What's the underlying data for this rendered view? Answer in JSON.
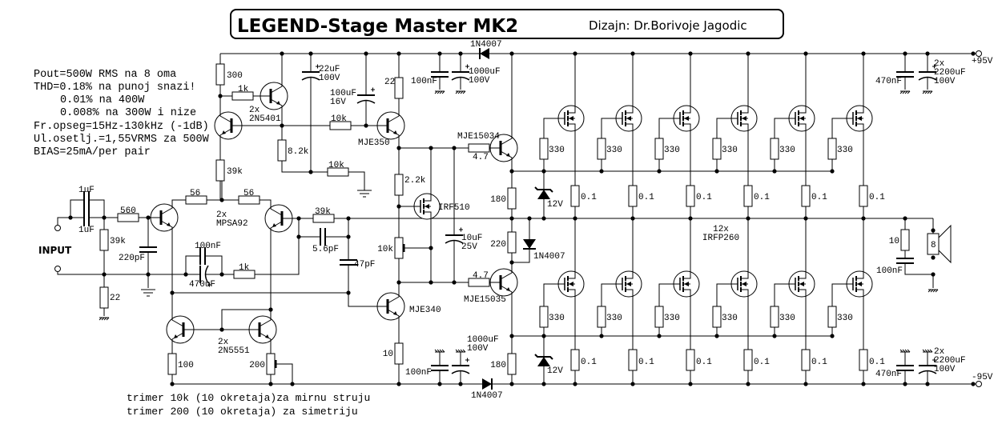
{
  "title": "LEGEND-Stage Master MK2",
  "designer": "Dizajn: Dr.Borivoje Jagodic",
  "specs": [
    "Pout=500W RMS na 8 oma",
    "THD=0.18% na punoj snazi!",
    "0.01% na 400W",
    "0.008% na 300W i nize",
    "Fr.opseg=15Hz-130kHz (-1dB)",
    "Ul.osetlj.=1,55VRMS za 500W",
    "BIAS=25mA/per pair"
  ],
  "notes": [
    "trimer 10k (10 okretaja)za mirnu struju",
    "trimer 200 (10 okretaja) za simetriju"
  ],
  "input_label": "INPUT",
  "supply": {
    "pos": "+95V",
    "neg": "-95V"
  },
  "output_stage": {
    "gate_resistor": "330",
    "source_resistor": "0.1"
  },
  "labels": {
    "r300": "300",
    "r1k_a": "1k",
    "q2n5401": [
      "2x",
      "2N5401"
    ],
    "c22u": [
      "22uF",
      "100V"
    ],
    "c100u": [
      "100uF",
      "16V"
    ],
    "r10k_a": "10k",
    "r8k2": "8.2k",
    "r39k_a": "39k",
    "r10k_b": "10k",
    "mje350": "MJE350",
    "r22_a": "22",
    "c100n_a": "100nF",
    "c1000u_a": [
      "1000uF",
      "100V"
    ],
    "d_top": "1N4007",
    "c470n_a": "470nF",
    "c2200_a": [
      "2x",
      "2200uF",
      "100V"
    ],
    "mje15034": "MJE15034",
    "r4k7_a": "4.7",
    "r2k2": "2.2k",
    "irf510": "IRF510",
    "trim10k": "10k",
    "c10u": [
      "10uF",
      "25V"
    ],
    "r180_a": "180",
    "z_a": "12V",
    "r220": "220",
    "d_mid": "1N4007",
    "r4k7_b": "4.7",
    "mje15035": "MJE15035",
    "mje340": "MJE340",
    "r10_a": "10",
    "c100n_b": "100nF",
    "c1000u_b": [
      "1000uF",
      "100V"
    ],
    "d_bot": "1N4007",
    "r180_b": "180",
    "z_b": "12V",
    "irfp260": [
      "12x",
      "IRFP260"
    ],
    "r10_b": "10",
    "speaker": "8",
    "c100n_c": "100nF",
    "c470n_b": "470nF",
    "c2200_b": [
      "2x",
      "2200uF",
      "100V"
    ],
    "c1u_a": "1uF",
    "c1u_b": "1uF",
    "r560": "560",
    "r39k_b": "39k",
    "c220p": "220pF",
    "r22_b": "22",
    "r56_a": "56",
    "r56_b": "56",
    "mpsa92": [
      "2x",
      "MPSA92"
    ],
    "r39k_c": "39k",
    "c5p6": "5.6pF",
    "c47p": "47pF",
    "c100n_d": "100nF",
    "c470u": "470uF",
    "r1k_b": "1k",
    "q2n5551": [
      "2x",
      "2N5551"
    ],
    "r100": "100",
    "trim200": "200"
  }
}
